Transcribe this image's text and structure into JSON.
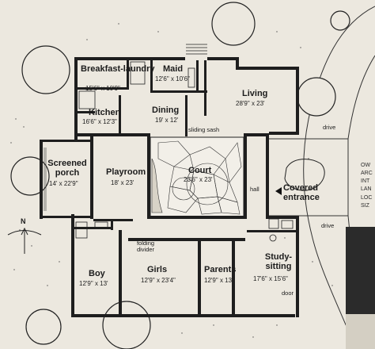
{
  "rooms": {
    "breakfast": {
      "name": "Breakfast-laundry",
      "dims": "15'6\" x 10'9\""
    },
    "maid": {
      "name": "Maid",
      "dims": "12'6\" x 10'6\""
    },
    "kitchen": {
      "name": "Kitchen",
      "dims": "16'6\" x 12'3\""
    },
    "dining": {
      "name": "Dining",
      "dims": "19' x 12'"
    },
    "living": {
      "name": "Living",
      "dims": "28'9\" x 23'"
    },
    "screened_porch": {
      "name": "Screened porch",
      "dims": "14' x 22'9\""
    },
    "playroom": {
      "name": "Playroom",
      "dims": "18' x 23'"
    },
    "court": {
      "name": "Court",
      "dims": "23'6\" x 23'"
    },
    "covered_entrance": {
      "name": "Covered entrance"
    },
    "boy": {
      "name": "Boy",
      "dims": "12'9\" x 13'"
    },
    "girls": {
      "name": "Girls",
      "dims": "12'9\" x 23'4\""
    },
    "parents": {
      "name": "Parents",
      "dims": "12'9\" x 13'"
    },
    "study": {
      "name": "Study-sitting",
      "dims": "17'6\" x 15'6\""
    }
  },
  "notes": {
    "sliding_sash": "sliding sash",
    "hall": "hall",
    "drive_top": "drive",
    "drive_bottom": "drive",
    "folding_divider": "folding divider",
    "door": "door",
    "north": "N"
  },
  "side_text": [
    "OW",
    "ARC",
    "INT",
    "LAN",
    "LOC",
    "SIZ"
  ]
}
